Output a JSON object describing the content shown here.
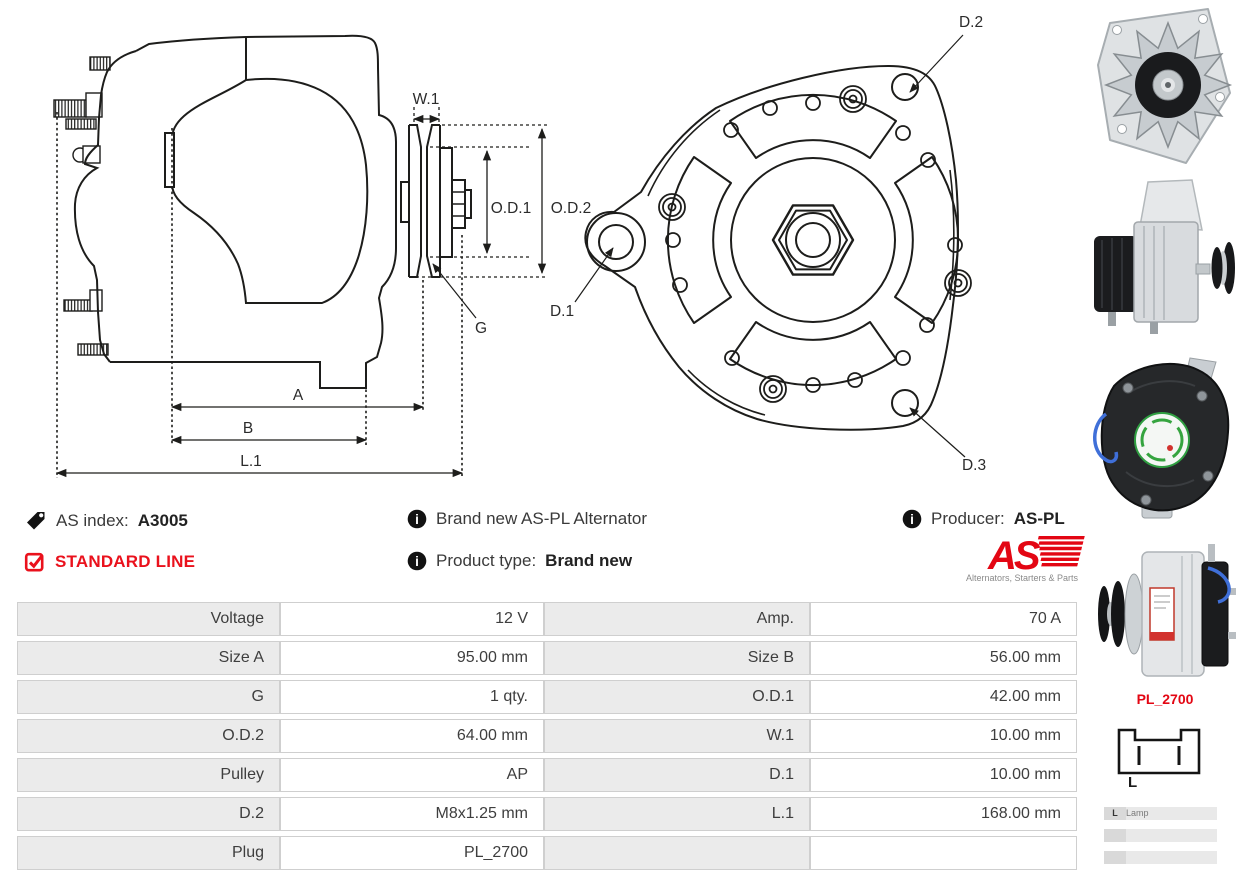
{
  "header": {
    "as_index_label": "AS index:",
    "as_index_value": "A3005",
    "standard_line": "STANDARD LINE",
    "brand_new_text": "Brand new AS-PL Alternator",
    "product_type_label": "Product type:",
    "product_type_value": "Brand new",
    "producer_label": "Producer:",
    "producer_value": "AS-PL"
  },
  "logo": {
    "as_text": "AS",
    "tagline": "Alternators, Starters & Parts"
  },
  "drawing": {
    "dims": {
      "w1": "W.1",
      "od1": "O.D.1",
      "od2": "O.D.2",
      "g": "G",
      "a": "A",
      "b": "B",
      "l1": "L.1",
      "d1": "D.1",
      "d2": "D.2",
      "d3": "D.3"
    }
  },
  "spec_table": {
    "rows": [
      [
        {
          "label": "Voltage",
          "value": "12 V"
        },
        {
          "label": "Amp.",
          "value": "70 A"
        }
      ],
      [
        {
          "label": "Size A",
          "value": "95.00 mm"
        },
        {
          "label": "Size B",
          "value": "56.00 mm"
        }
      ],
      [
        {
          "label": "G",
          "value": "1 qty."
        },
        {
          "label": "O.D.1",
          "value": "42.00 mm"
        }
      ],
      [
        {
          "label": "O.D.2",
          "value": "64.00 mm"
        },
        {
          "label": "W.1",
          "value": "10.00 mm"
        }
      ],
      [
        {
          "label": "Pulley",
          "value": "AP"
        },
        {
          "label": "D.1",
          "value": "10.00 mm"
        }
      ],
      [
        {
          "label": "D.2",
          "value": "M8x1.25 mm"
        },
        {
          "label": "L.1",
          "value": "168.00 mm"
        }
      ],
      [
        {
          "label": "Plug",
          "value": "PL_2700"
        },
        {
          "label": "",
          "value": ""
        }
      ]
    ]
  },
  "sidebar": {
    "photo_names": [
      "alternator-front-photo",
      "alternator-side-photo",
      "alternator-rear-photo",
      "alternator-side-photo-2"
    ],
    "plug_code": "PL_2700",
    "plug_pin_label": "L",
    "pin_table": [
      {
        "pin": "L",
        "desc": "Lamp"
      },
      {
        "pin": "",
        "desc": ""
      },
      {
        "pin": "",
        "desc": ""
      }
    ]
  },
  "colors": {
    "brand_red": "#e30613",
    "standard_line_red": "#ea111c",
    "table_label_bg": "#ebebeb",
    "table_border": "#cfcfcf",
    "drawing_line": "#1d1d1b"
  }
}
